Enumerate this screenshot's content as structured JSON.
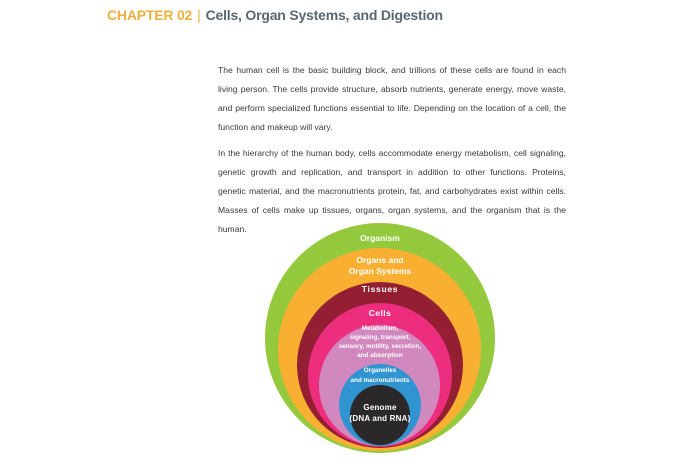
{
  "header": {
    "chapter_label": "CHAPTER 02",
    "divider": "|",
    "title": "Cells, Organ Systems, and Digestion",
    "chapter_color": "#EFAF3E",
    "title_color": "#5A6670"
  },
  "content": {
    "paragraphs": [
      "The human cell is the basic building block, and trillions of these cells are found in each living person. The cells provide structure, absorb nutrients, generate energy, move waste, and perform specialized functions essential to life. Depending on the location of a cell, the function and makeup will vary.",
      "In the hierarchy of the human body, cells accommodate energy metabolism, cell signaling, genetic growth and replication, and transport in addition to other functions. Proteins, genetic material, and the macronutrients protein, fat, and carbohydrates exist within cells. Masses of cells make up tissues, organs, organ systems, and the organism that is the human."
    ]
  },
  "diagram": {
    "type": "nested-circles",
    "description": "Hierarchy of the human body from organism down to genome",
    "levels": [
      {
        "label": "Organism",
        "color": "#95C93D",
        "text_lines": [
          "Organism"
        ]
      },
      {
        "label": "Organs and Organ Systems",
        "color": "#F9B032",
        "text_lines": [
          "Organs and",
          "Organ Systems"
        ]
      },
      {
        "label": "Tissues",
        "color": "#941E32",
        "text_lines": [
          "Tissues"
        ]
      },
      {
        "label": "Cells",
        "color": "#ED2E7E",
        "text_lines": [
          "Cells"
        ]
      },
      {
        "label": "Metabolism, signaling, transport, sensory, motility, secretion, and absorption",
        "color": "#D088BE",
        "text_lines": [
          "Metabolism,",
          "signaling, transport,",
          "sensory, motility, secretion,",
          "and absorption"
        ]
      },
      {
        "label": "Organelles and macronutrients",
        "color": "#3094D1",
        "text_lines": [
          "Organelles",
          "and macronutrients"
        ]
      },
      {
        "label": "Genome (DNA and RNA)",
        "color": "#2B2829",
        "text_lines": [
          "Genome",
          "(DNA and RNA)"
        ]
      }
    ]
  }
}
